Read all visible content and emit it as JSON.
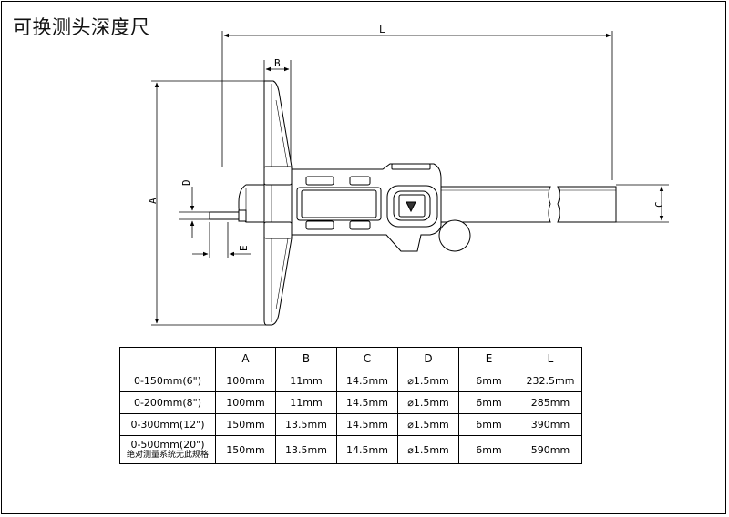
{
  "title": "可换测头深度尺",
  "dimension_labels": {
    "L": "L",
    "B": "B",
    "D": "D",
    "A": "A",
    "E": "E",
    "C": "C"
  },
  "table": {
    "headers": [
      "",
      "A",
      "B",
      "C",
      "D",
      "E",
      "L"
    ],
    "rows": [
      {
        "model": "0-150mm(6\")",
        "note": "",
        "cells": [
          "100mm",
          "11mm",
          "14.5mm",
          "⌀1.5mm",
          "6mm",
          "232.5mm"
        ]
      },
      {
        "model": "0-200mm(8\")",
        "note": "",
        "cells": [
          "100mm",
          "11mm",
          "14.5mm",
          "⌀1.5mm",
          "6mm",
          "285mm"
        ]
      },
      {
        "model": "0-300mm(12\")",
        "note": "",
        "cells": [
          "150mm",
          "13.5mm",
          "14.5mm",
          "⌀1.5mm",
          "6mm",
          "390mm"
        ]
      },
      {
        "model": "0-500mm(20\")",
        "note": "绝对测量系统无此规格",
        "cells": [
          "150mm",
          "13.5mm",
          "14.5mm",
          "⌀1.5mm",
          "6mm",
          "590mm"
        ]
      }
    ]
  }
}
